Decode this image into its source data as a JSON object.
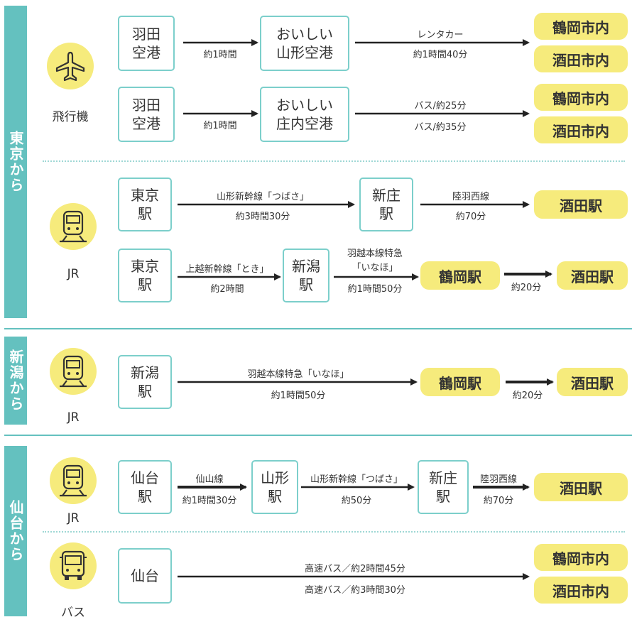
{
  "sections": {
    "tokyo": "東京から",
    "niigata": "新潟から",
    "sendai": "仙台から"
  },
  "modes": {
    "plane": "飛行機",
    "jr": "JR",
    "bus": "バス"
  },
  "icons": {
    "plane": "airplane-icon",
    "train": "train-icon",
    "bus": "bus-icon"
  },
  "colors": {
    "accent": "#64c1bf",
    "box_border": "#7ccfcb",
    "destination": "#f6eb7c",
    "arrow": "#222222"
  },
  "tokyo_air": {
    "route1": {
      "from": "羽田\n空港",
      "leg1_time": "約1時間",
      "via": "おいしい\n山形空港",
      "leg2_method": "レンタカー",
      "leg2_time": "約1時間40分",
      "dest1": "鶴岡市内",
      "dest2": "酒田市内"
    },
    "route2": {
      "from": "羽田\n空港",
      "leg1_time": "約1時間",
      "via": "おいしい\n庄内空港",
      "leg2_line1": "バス/約25分",
      "leg2_line2": "バス/約35分",
      "dest1": "鶴岡市内",
      "dest2": "酒田市内"
    }
  },
  "tokyo_jr": {
    "route1": {
      "from": "東京\n駅",
      "leg1_line": "山形新幹線「つばさ」",
      "leg1_time": "約3時間30分",
      "via": "新庄\n駅",
      "leg2_line": "陸羽西線",
      "leg2_time": "約70分",
      "dest": "酒田駅"
    },
    "route2": {
      "from": "東京\n駅",
      "leg1_line": "上越新幹線「とき」",
      "leg1_time": "約2時間",
      "via": "新潟\n駅",
      "leg2_line_a": "羽越本線特急",
      "leg2_line_b": "「いなほ」",
      "leg2_time": "約1時間50分",
      "dest1": "鶴岡駅",
      "leg3_time": "約20分",
      "dest2": "酒田駅"
    }
  },
  "niigata_jr": {
    "from": "新潟\n駅",
    "leg1_line": "羽越本線特急「いなほ」",
    "leg1_time": "約1時間50分",
    "dest1": "鶴岡駅",
    "leg2_time": "約20分",
    "dest2": "酒田駅"
  },
  "sendai_jr": {
    "from": "仙台\n駅",
    "leg1_line": "仙山線",
    "leg1_time": "約1時間30分",
    "via1": "山形\n駅",
    "leg2_line": "山形新幹線「つばさ」",
    "leg2_time": "約50分",
    "via2": "新庄\n駅",
    "leg3_line": "陸羽西線",
    "leg3_time": "約70分",
    "dest": "酒田駅"
  },
  "sendai_bus": {
    "from": "仙台",
    "line1": "高速バス／約2時間45分",
    "line2": "高速バス／約3時間30分",
    "dest1": "鶴岡市内",
    "dest2": "酒田市内"
  }
}
